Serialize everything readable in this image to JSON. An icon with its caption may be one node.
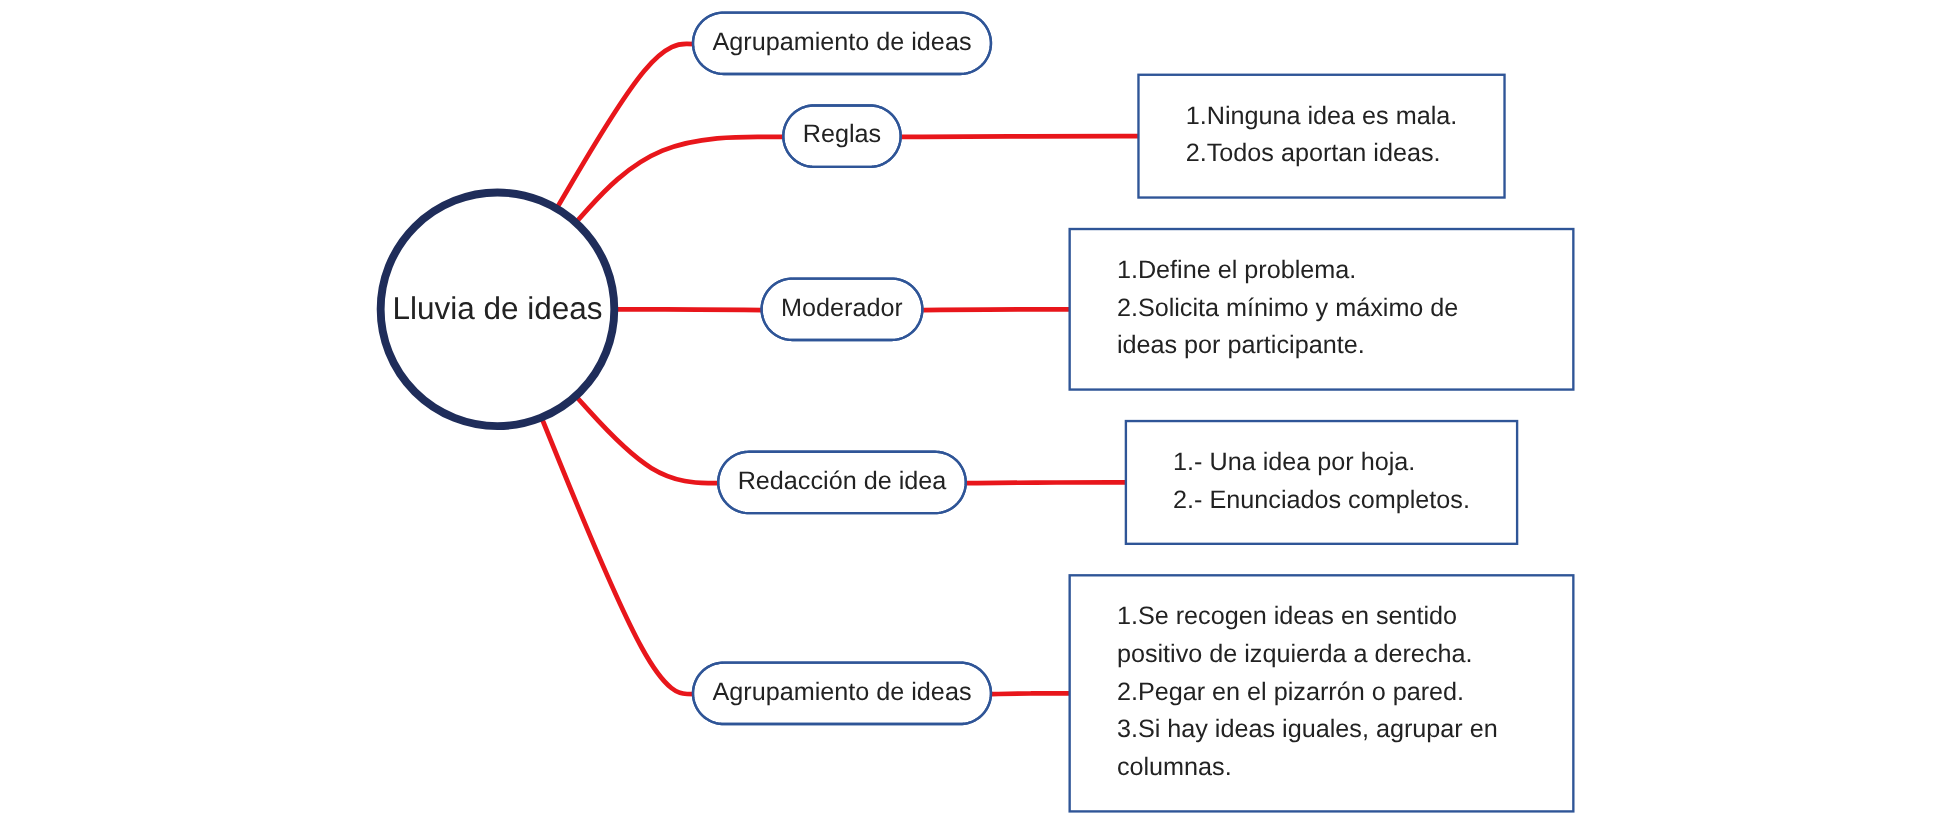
{
  "diagram": {
    "nodes": [
      {
        "text": [
          "Agrupamiento de ideas"
        ]
      },
      {
        "text": [
          "Reglas"
        ]
      },
      {
        "text": [
          "1.Ninguna idea es mala.",
          "2.Todos aportan ideas."
        ]
      },
      {
        "text": [
          "1.Se recogen ideas en sentido positivo de izquierda a derecha.",
          "2.Pegar en el pizarrón o pared.",
          "3.Si hay ideas iguales, agrupar en columnas."
        ]
      },
      {
        "text": [
          "Lluvia de ideas"
        ]
      },
      {
        "text": [
          "1.Define el problema.",
          "2.Solicita mínimo y máximo de ideas por participante."
        ]
      },
      {
        "text": [
          "Moderador"
        ]
      },
      {
        "text": [
          "Agrupamiento de ideas"
        ]
      },
      {
        "text": [
          "Redacción de idea"
        ]
      },
      {
        "text": [
          "1.- Una idea por hoja.",
          "2.- Enunciados completos."
        ]
      }
    ],
    "edges": [
      {
        "from": 4,
        "to": 0,
        "arrow": "none"
      },
      {
        "from": 4,
        "to": 1,
        "arrow": "none"
      },
      {
        "from": 1,
        "to": 2,
        "arrow": "none"
      },
      {
        "from": 4,
        "to": 6,
        "arrow": "none"
      },
      {
        "from": 6,
        "to": 5,
        "arrow": "none"
      },
      {
        "from": 4,
        "to": 8,
        "arrow": "none"
      },
      {
        "from": 8,
        "to": 9,
        "arrow": "none"
      },
      {
        "from": 4,
        "to": 7,
        "arrow": "none"
      },
      {
        "from": 7,
        "to": 3,
        "arrow": "none"
      }
    ]
  }
}
